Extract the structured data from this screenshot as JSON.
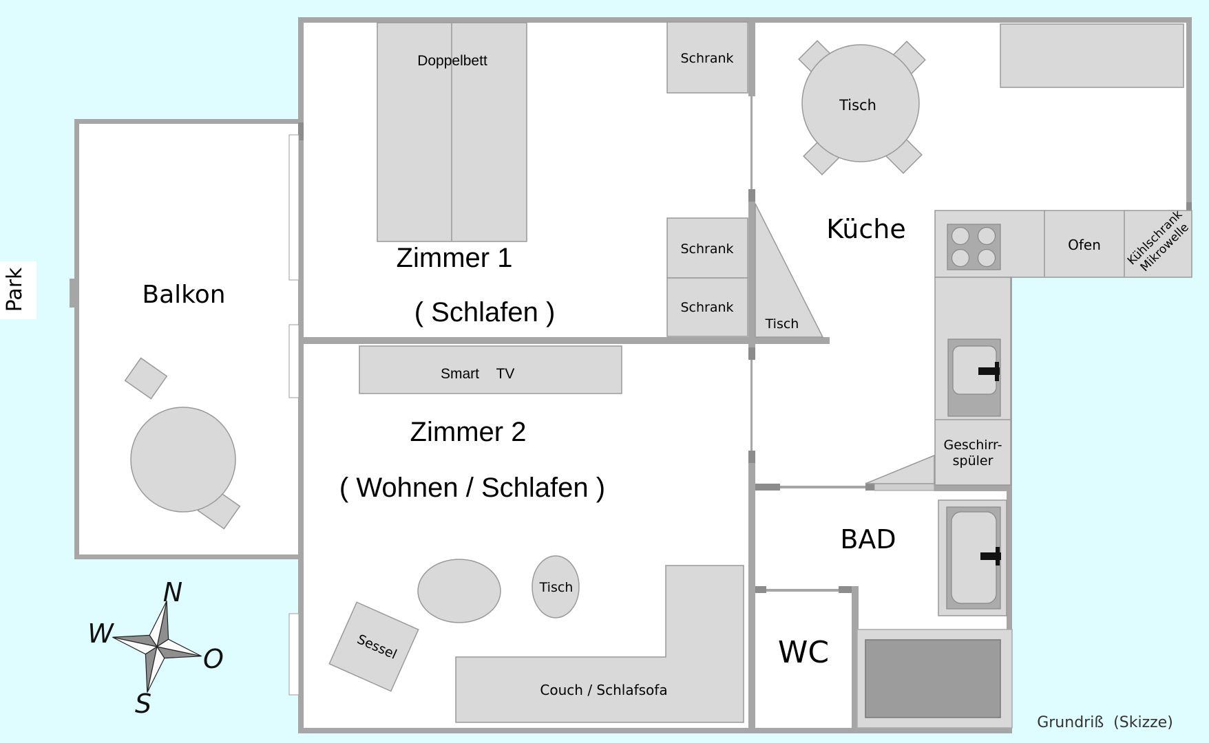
{
  "title": "Grundriß  (Skizze)",
  "park": "Park",
  "compass": {
    "north": "N",
    "west": "W",
    "east": "O",
    "south": "S"
  },
  "rooms": {
    "balkon": "Balkon",
    "zimmer1": "Zimmer 1",
    "zimmer1_sub": "( Schlafen )",
    "zimmer2": "Zimmer 2",
    "zimmer2_sub": "( Wohnen / Schlafen )",
    "kueche": "Küche",
    "bad": "BAD",
    "wc": "WC"
  },
  "furniture": {
    "doppelbett": "Doppelbett",
    "schrank1": "Schrank",
    "schrank2": "Schrank",
    "schrank3": "Schrank",
    "kuechentisch": "Tisch",
    "ecktisch": "Tisch",
    "beistelltisch": "Tisch",
    "ofen": "Ofen",
    "kuehlschrank": "Kühlschrank",
    "mikrowelle": "Mikrowelle",
    "geschirrspueler_line1": "Geschirr-",
    "geschirrspueler_line2": "spüler",
    "smart_tv_word1": "Smart",
    "smart_tv_word2": "TV",
    "sessel": "Sessel",
    "couch": "Couch / Schlafsofa"
  },
  "colors": {
    "background": "#dffcfe",
    "interior": "#ffffff",
    "wall": "#a6a6a6",
    "wall_dark": "#8c8c8c",
    "furniture_fill": "#d9d9d9",
    "furniture_border": "#999999",
    "fixture_dark": "#ababab",
    "shower_inner": "#9c9c9c",
    "text": "#000000"
  }
}
